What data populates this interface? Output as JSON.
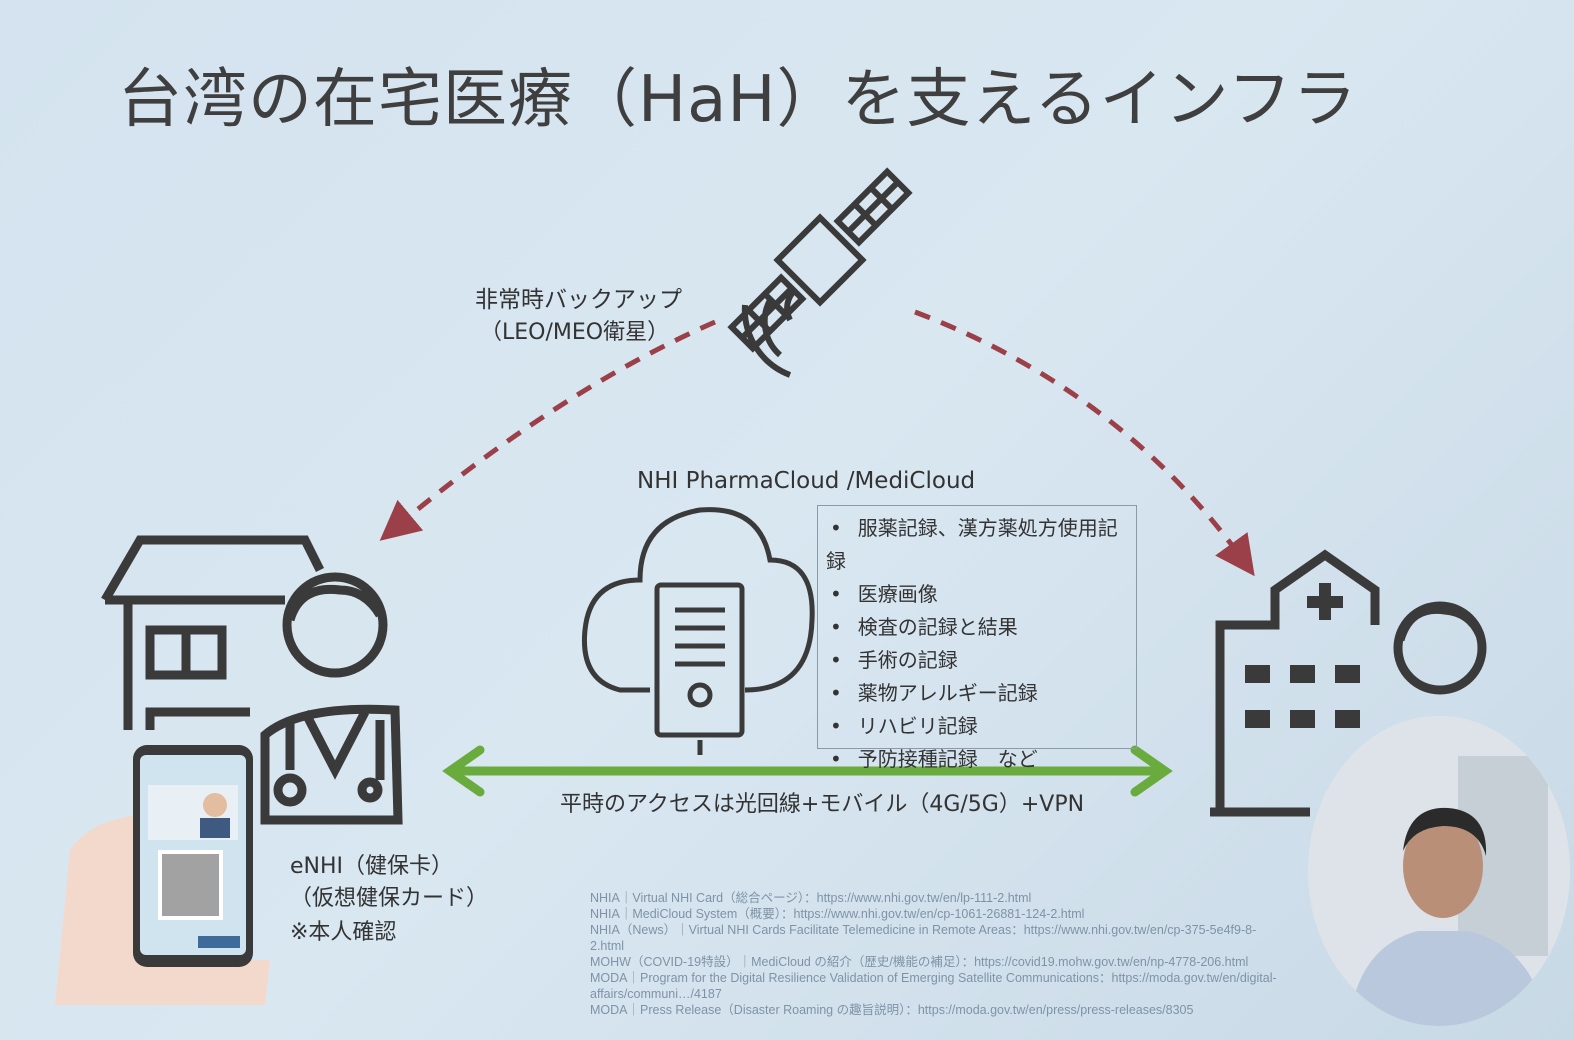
{
  "title": "台湾の在宅医療（HaH）を支えるインフラ",
  "satellite_label": {
    "line1": "非常時バックアップ",
    "line2": "（LEO/MEO衛星）"
  },
  "cloud_title": "NHI PharmaCloud /MediCloud",
  "cloud_items": [
    "服薬記録、漢方薬処方使用記録",
    "医療画像",
    "検査の記録と結果",
    "手術の記録",
    "薬物アレルギー記録",
    "リハビリ記録",
    "予防接種記録　など"
  ],
  "access_label": "平時のアクセスは光回線+モバイル（4G/5G）+VPN",
  "enhi": {
    "line1": "eNHI（健保卡）",
    "line2": "（仮想健保カード）",
    "line3": "※本人確認"
  },
  "references": [
    "NHIA｜Virtual NHI Card（総合ページ）：https://www.nhi.gov.tw/en/lp-111-2.html",
    "NHIA｜MediCloud System（概要）：https://www.nhi.gov.tw/en/cp-1061-26881-124-2.html",
    "NHIA（News）｜Virtual NHI Cards Facilitate Telemedicine in Remote Areas：https://www.nhi.gov.tw/en/cp-375-5e4f9-8-2.html",
    "MOHW（COVID-19特設）｜MediCloud の紹介（歴史/機能の補足）：https://covid19.mohw.gov.tw/en/np-4778-206.html",
    "MODA｜Program for the Digital Resilience Validation of Emerging Satellite Communications：https://moda.gov.tw/en/digital-affairs/communi…/4187",
    "MODA｜Press Release（Disaster Roaming の趣旨説明）：https://moda.gov.tw/en/press/press-releases/8305"
  ],
  "colors": {
    "dashed_arrow": "#9b4048",
    "access_arrow": "#6aab3d",
    "icon_stroke": "#3a3a3a"
  }
}
